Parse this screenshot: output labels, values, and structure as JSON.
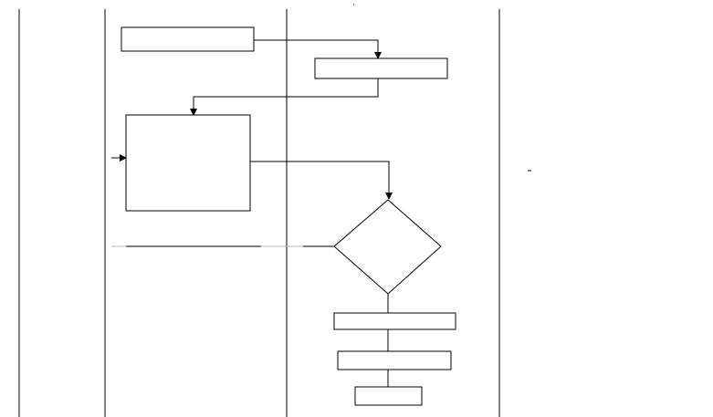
{
  "diagram": {
    "kind": "swimlane-flowchart",
    "lanes": [
      {
        "id": "lane-a",
        "label": ""
      },
      {
        "id": "lane-b",
        "label": ""
      },
      {
        "id": "lane-c",
        "label": ""
      },
      {
        "id": "lane-d",
        "label": ""
      }
    ],
    "nodes": [
      {
        "id": "step-1",
        "shape": "rectangle",
        "label": ""
      },
      {
        "id": "step-2",
        "shape": "rectangle",
        "label": ""
      },
      {
        "id": "step-3",
        "shape": "rectangle",
        "label": ""
      },
      {
        "id": "decision-1",
        "shape": "diamond",
        "label": ""
      },
      {
        "id": "step-4",
        "shape": "rectangle",
        "label": ""
      },
      {
        "id": "step-5",
        "shape": "rectangle",
        "label": ""
      },
      {
        "id": "step-6",
        "shape": "rectangle",
        "label": ""
      }
    ],
    "edges": [
      {
        "from": "step-1",
        "to": "step-2"
      },
      {
        "from": "step-2",
        "to": "step-3"
      },
      {
        "from": "step-3",
        "to": "decision-1"
      },
      {
        "from": "decision-1",
        "to": "step-4"
      },
      {
        "from": "step-4",
        "to": "step-5"
      },
      {
        "from": "step-5",
        "to": "step-6"
      }
    ]
  }
}
